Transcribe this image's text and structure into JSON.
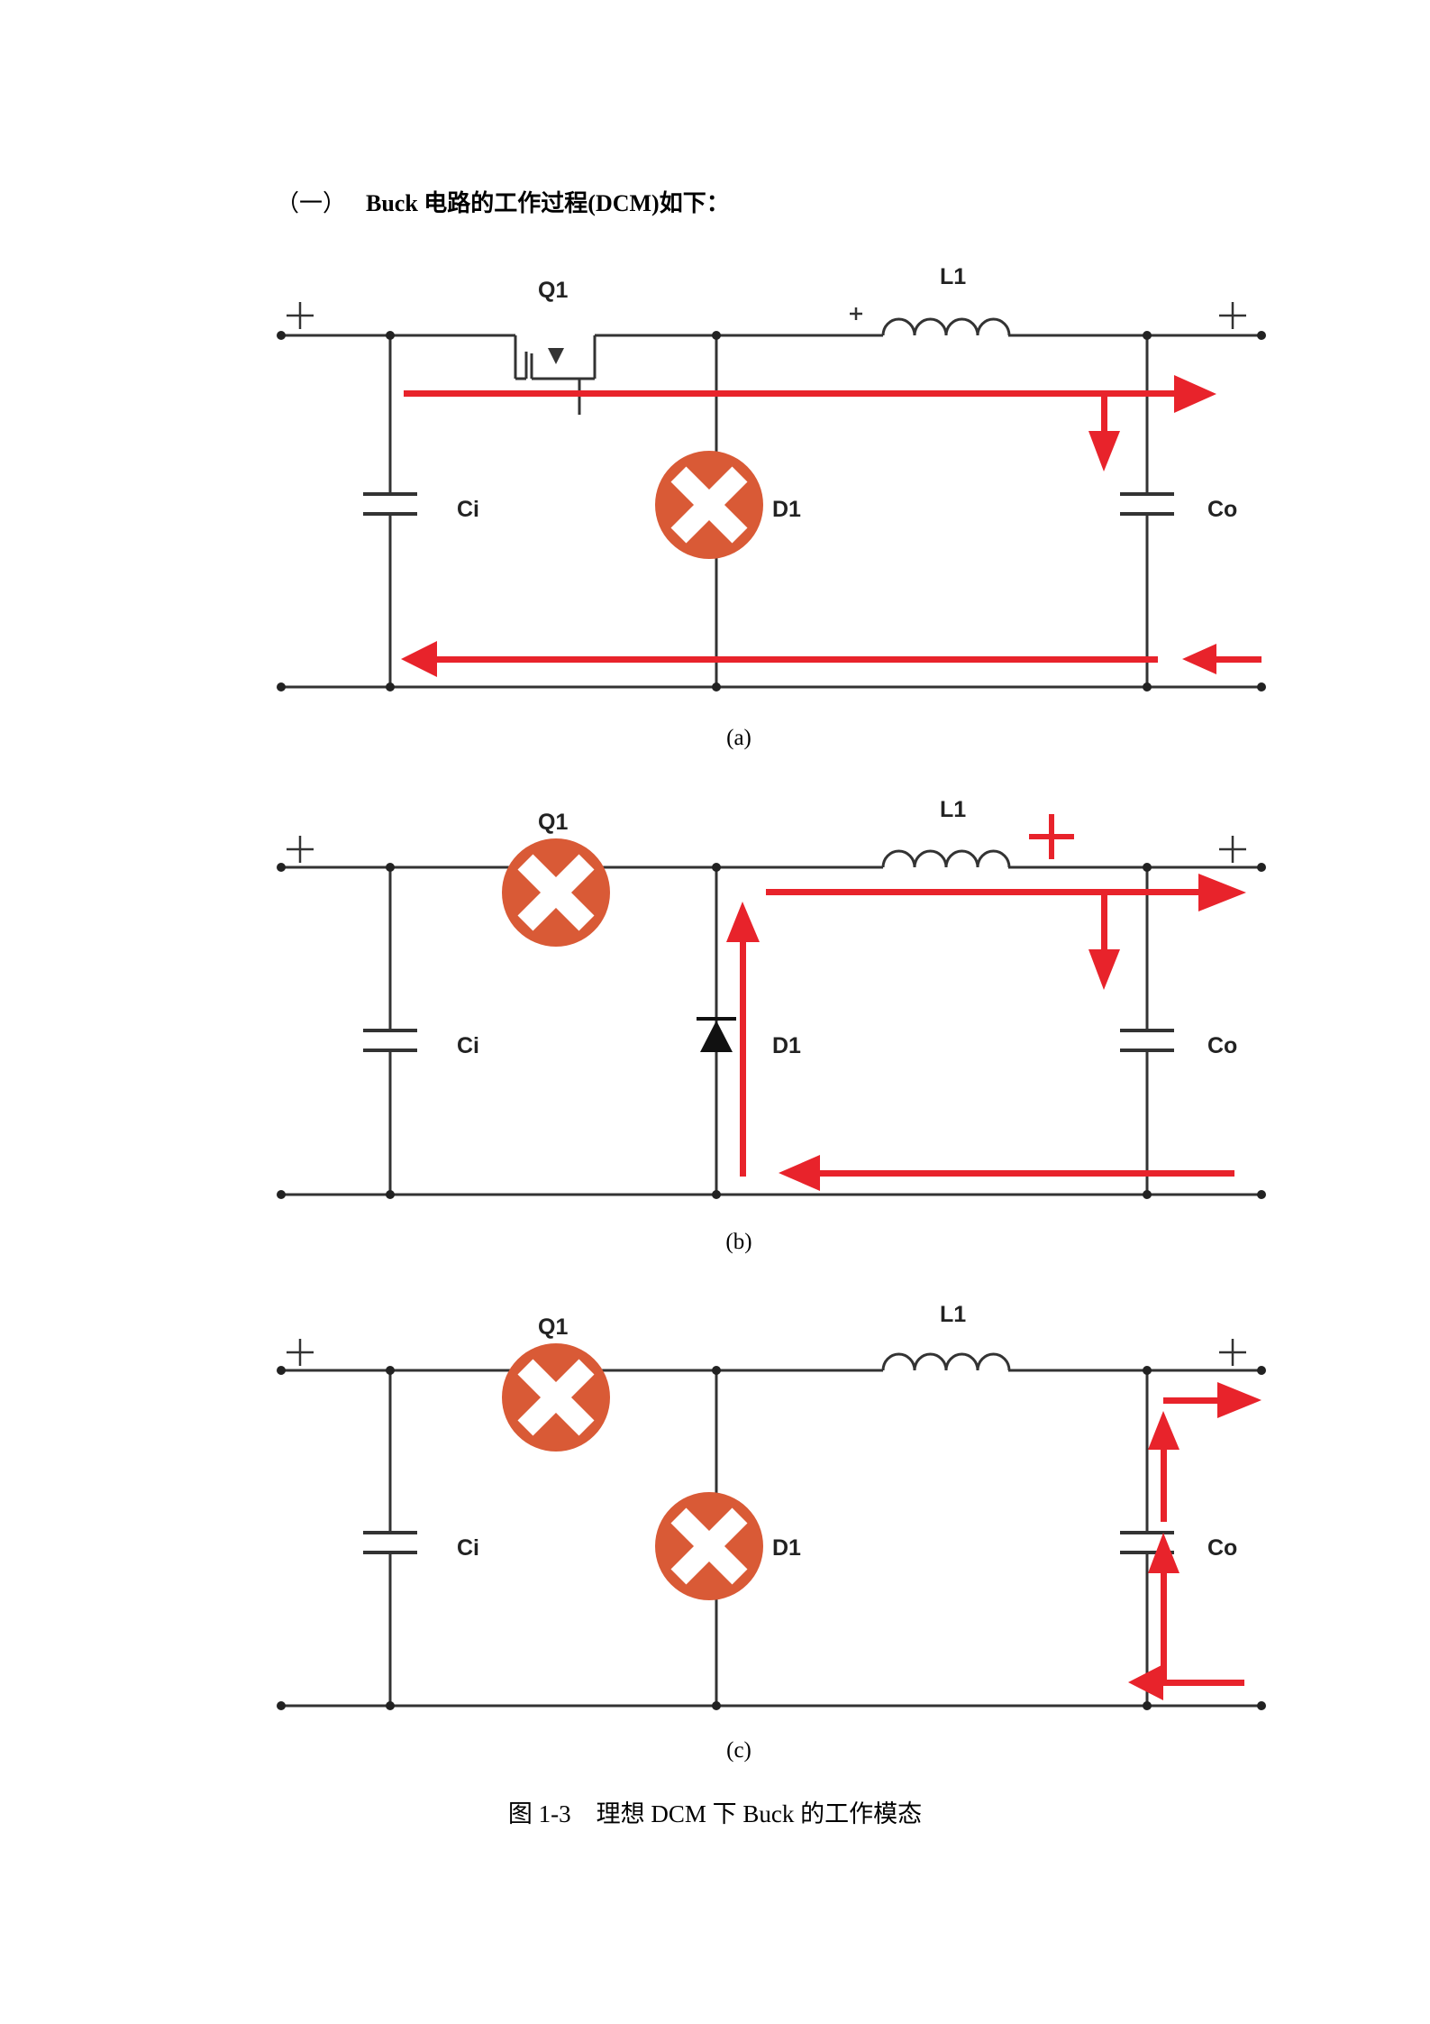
{
  "section": {
    "number": "（一）",
    "title": "Buck 电路的工作过程(DCM)如下："
  },
  "labels": {
    "q1": "Q1",
    "l1": "L1",
    "ci": "Ci",
    "d1": "D1",
    "co": "Co",
    "plus": "+"
  },
  "diagrams": [
    {
      "caption": "(a)",
      "q1_state": "on",
      "d1_state": "off"
    },
    {
      "caption": "(b)",
      "q1_state": "off",
      "d1_state": "on"
    },
    {
      "caption": "(c)",
      "q1_state": "off",
      "d1_state": "off"
    }
  ],
  "figure": {
    "number": "图 1-3",
    "title": "理想 DCM 下 Buck 的工作模态"
  },
  "colors": {
    "wire": "#333333",
    "current_arrow": "#e8232b",
    "off_marker": "#d95a36"
  }
}
